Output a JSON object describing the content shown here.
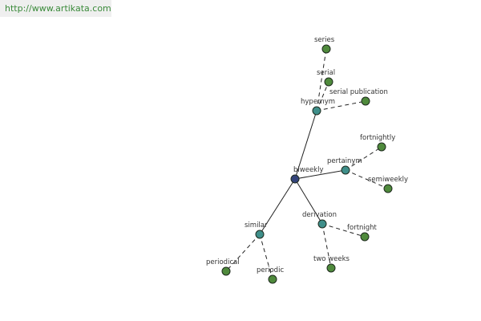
{
  "banner": {
    "url_text": "http://www.artikata.com"
  },
  "colors": {
    "center_node": "#33437a",
    "relation_node": "#3f8f8a",
    "word_node": "#4f8a3c",
    "banner_bg": "#efefef",
    "banner_text": "#3a8a3a"
  },
  "graph": {
    "nodes": [
      {
        "id": "biweekly",
        "label": "biweekly",
        "kind": "center"
      },
      {
        "id": "hypernym",
        "label": "hypernym",
        "kind": "relation"
      },
      {
        "id": "pertainym",
        "label": "pertainym",
        "kind": "relation"
      },
      {
        "id": "derivation",
        "label": "derivation",
        "kind": "relation"
      },
      {
        "id": "similar",
        "label": "similar",
        "kind": "relation"
      },
      {
        "id": "series",
        "label": "series",
        "kind": "word"
      },
      {
        "id": "serial",
        "label": "serial",
        "kind": "word"
      },
      {
        "id": "serial-publication",
        "label": "serial publication",
        "kind": "word"
      },
      {
        "id": "fortnightly",
        "label": "fortnightly",
        "kind": "word"
      },
      {
        "id": "semiweekly",
        "label": "semiweekly",
        "kind": "word"
      },
      {
        "id": "fortnight",
        "label": "fortnight",
        "kind": "word"
      },
      {
        "id": "two-weeks",
        "label": "two weeks",
        "kind": "word"
      },
      {
        "id": "periodical",
        "label": "periodical",
        "kind": "word"
      },
      {
        "id": "periodic",
        "label": "periodic",
        "kind": "word"
      }
    ],
    "edges": [
      {
        "from": "biweekly",
        "to": "hypernym",
        "style": "solid"
      },
      {
        "from": "biweekly",
        "to": "pertainym",
        "style": "solid"
      },
      {
        "from": "biweekly",
        "to": "derivation",
        "style": "solid"
      },
      {
        "from": "biweekly",
        "to": "similar",
        "style": "solid"
      },
      {
        "from": "hypernym",
        "to": "series",
        "style": "dashed"
      },
      {
        "from": "hypernym",
        "to": "serial",
        "style": "dashed"
      },
      {
        "from": "hypernym",
        "to": "serial-publication",
        "style": "dashed"
      },
      {
        "from": "pertainym",
        "to": "fortnightly",
        "style": "dashed"
      },
      {
        "from": "pertainym",
        "to": "semiweekly",
        "style": "dashed"
      },
      {
        "from": "derivation",
        "to": "fortnight",
        "style": "dashed"
      },
      {
        "from": "derivation",
        "to": "two-weeks",
        "style": "dashed"
      },
      {
        "from": "similar",
        "to": "periodical",
        "style": "dashed"
      },
      {
        "from": "similar",
        "to": "periodic",
        "style": "dashed"
      }
    ]
  }
}
